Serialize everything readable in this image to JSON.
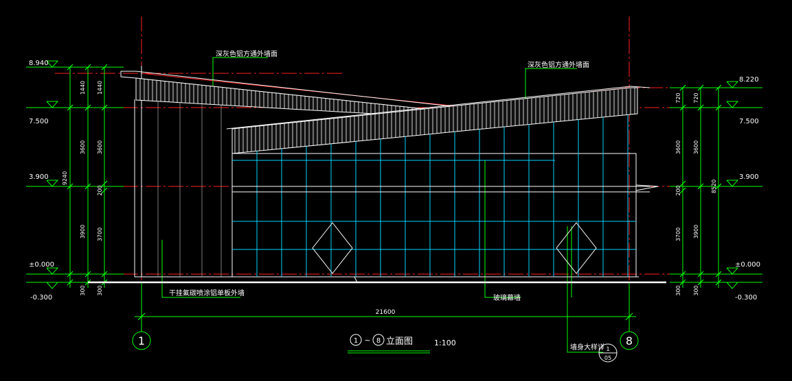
{
  "colors": {
    "background": "#000000",
    "red": "#ff2020",
    "green": "#00ff00",
    "white": "#ffffff",
    "cyan": "#00d4ff",
    "grey": "#9a9a9a"
  },
  "levels_left": [
    "8.940",
    "7.500",
    "3.900",
    "±0.000",
    "-0.300"
  ],
  "levels_right": [
    "8.220",
    "7.500",
    "3.900",
    "±0.000",
    "-0.300"
  ],
  "dims_left_outer": [
    "1440",
    "3600",
    "3900",
    "300"
  ],
  "dims_left_inner": [
    "1440",
    "3600",
    "200",
    "3700",
    "300"
  ],
  "dims_left_total": "9240",
  "dims_right_inner": [
    "720",
    "3600",
    "200",
    "3700",
    "300"
  ],
  "dims_right_outer": [
    "720",
    "3600",
    "3900",
    "300"
  ],
  "dims_right_total": "8520",
  "dim_width": "21600",
  "notes": {
    "roof_left": "深灰色铝方通外墙面",
    "roof_right": "深灰色铝方通外墙面",
    "wall": "干挂氟碳喷涂铝单板外墙",
    "glass": "玻璃幕墙",
    "detail": "墙身大样详"
  },
  "axes": {
    "left": "1",
    "right": "8"
  },
  "title": {
    "from": "1",
    "to": "8",
    "label": "立面图",
    "scale": "1:100"
  },
  "detail_ref": {
    "number": "1",
    "sheet": "05"
  }
}
